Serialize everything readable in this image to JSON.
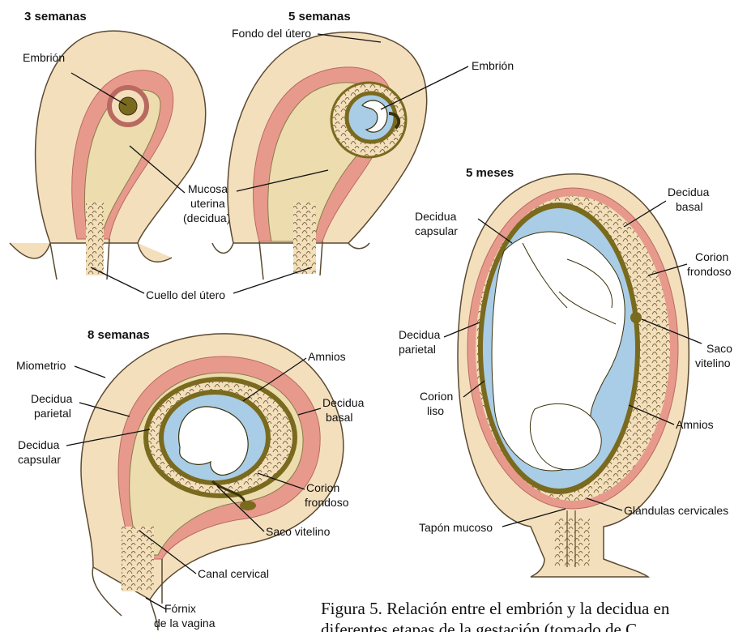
{
  "panels": {
    "w3": {
      "title": "3 semanas",
      "embryo": "Embrión",
      "mucosa_1": "Mucosa",
      "mucosa_2": "uterina",
      "mucosa_3": "(decidua)"
    },
    "w5": {
      "title": "5 semanas",
      "fundus": "Fondo del útero",
      "embryo": "Embrión"
    },
    "shared": {
      "cervix": "Cuello del útero"
    },
    "w8": {
      "title": "8 semanas",
      "myometrium": "Miometrio",
      "amnion": "Amnios",
      "parietal_1": "Decidua",
      "parietal_2": "parietal",
      "basal_1": "Decidua",
      "basal_2": "basal",
      "capsular_1": "Decidua",
      "capsular_2": "capsular",
      "chorion_1": "Corion",
      "chorion_2": "frondoso",
      "yolk": "Saco vitelino",
      "canal": "Canal cervical",
      "fornix_1": "Fórnix",
      "fornix_2": "de la vagina"
    },
    "m5": {
      "title": "5 meses",
      "basal_1": "Decidua",
      "basal_2": "basal",
      "capsular_1": "Decidua",
      "capsular_2": "capsular",
      "chorion_1": "Corion",
      "chorion_2": "frondoso",
      "parietal_1": "Decidua",
      "parietal_2": "parietal",
      "yolk_1": "Saco",
      "yolk_2": "vitelino",
      "smooth_1": "Corion",
      "smooth_2": "liso",
      "amnion": "Amnios",
      "plug": "Tapón mucoso",
      "glands": "Glándulas cervicales"
    }
  },
  "caption": {
    "line1": "Figura 5. Relación entre el embrión y la decidua en",
    "line2": "diferentes etapas de la gestación (tomado de C"
  },
  "colors": {
    "uterine_wall": "#f4dfbd",
    "wall_outline": "#5a4a32",
    "decidua": "#e79a8c",
    "chorion": "#7a6a1e",
    "amniotic_fluid": "#a9cde6",
    "embryo": "#ffffff"
  }
}
